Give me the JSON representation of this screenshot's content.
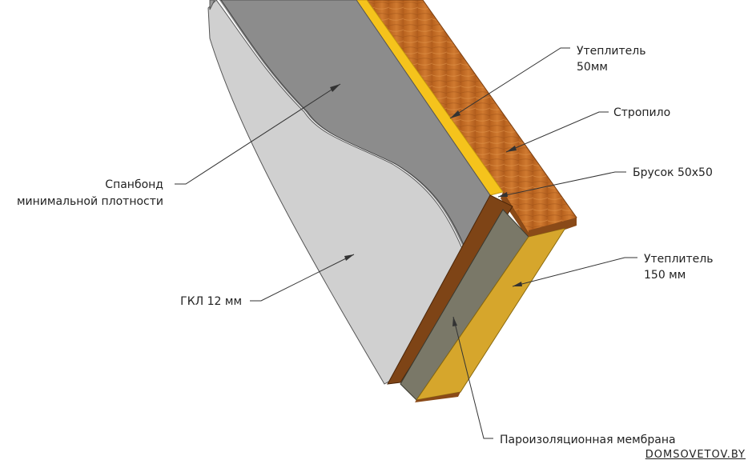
{
  "labels": {
    "insulation_50_line1": "Утеплитель",
    "insulation_50_line2": "50мм",
    "rafter": "Стропило",
    "batten": "Брусок 50х50",
    "spunbond_line1": "Спанбонд",
    "spunbond_line2": "минимальной плотности",
    "insulation_150_line1": "Утеплитель",
    "insulation_150_line2": "150 мм",
    "drywall": "ГКЛ 12 мм",
    "vapor_membrane": "Пароизоляционная мембрана"
  },
  "watermark": "DOMSOVETOV.BY",
  "colors": {
    "wood": "#c9722a",
    "wood_dark": "#a85a1c",
    "insulation_yellow": "#f2c41f",
    "insulation_mustard": "#d2a52a",
    "spunbond_gray": "#8a8a8a",
    "drywall_gray": "#cfcfcf",
    "membrane_gray": "#7a7a6a",
    "batten_brown": "#8a4a1c"
  }
}
